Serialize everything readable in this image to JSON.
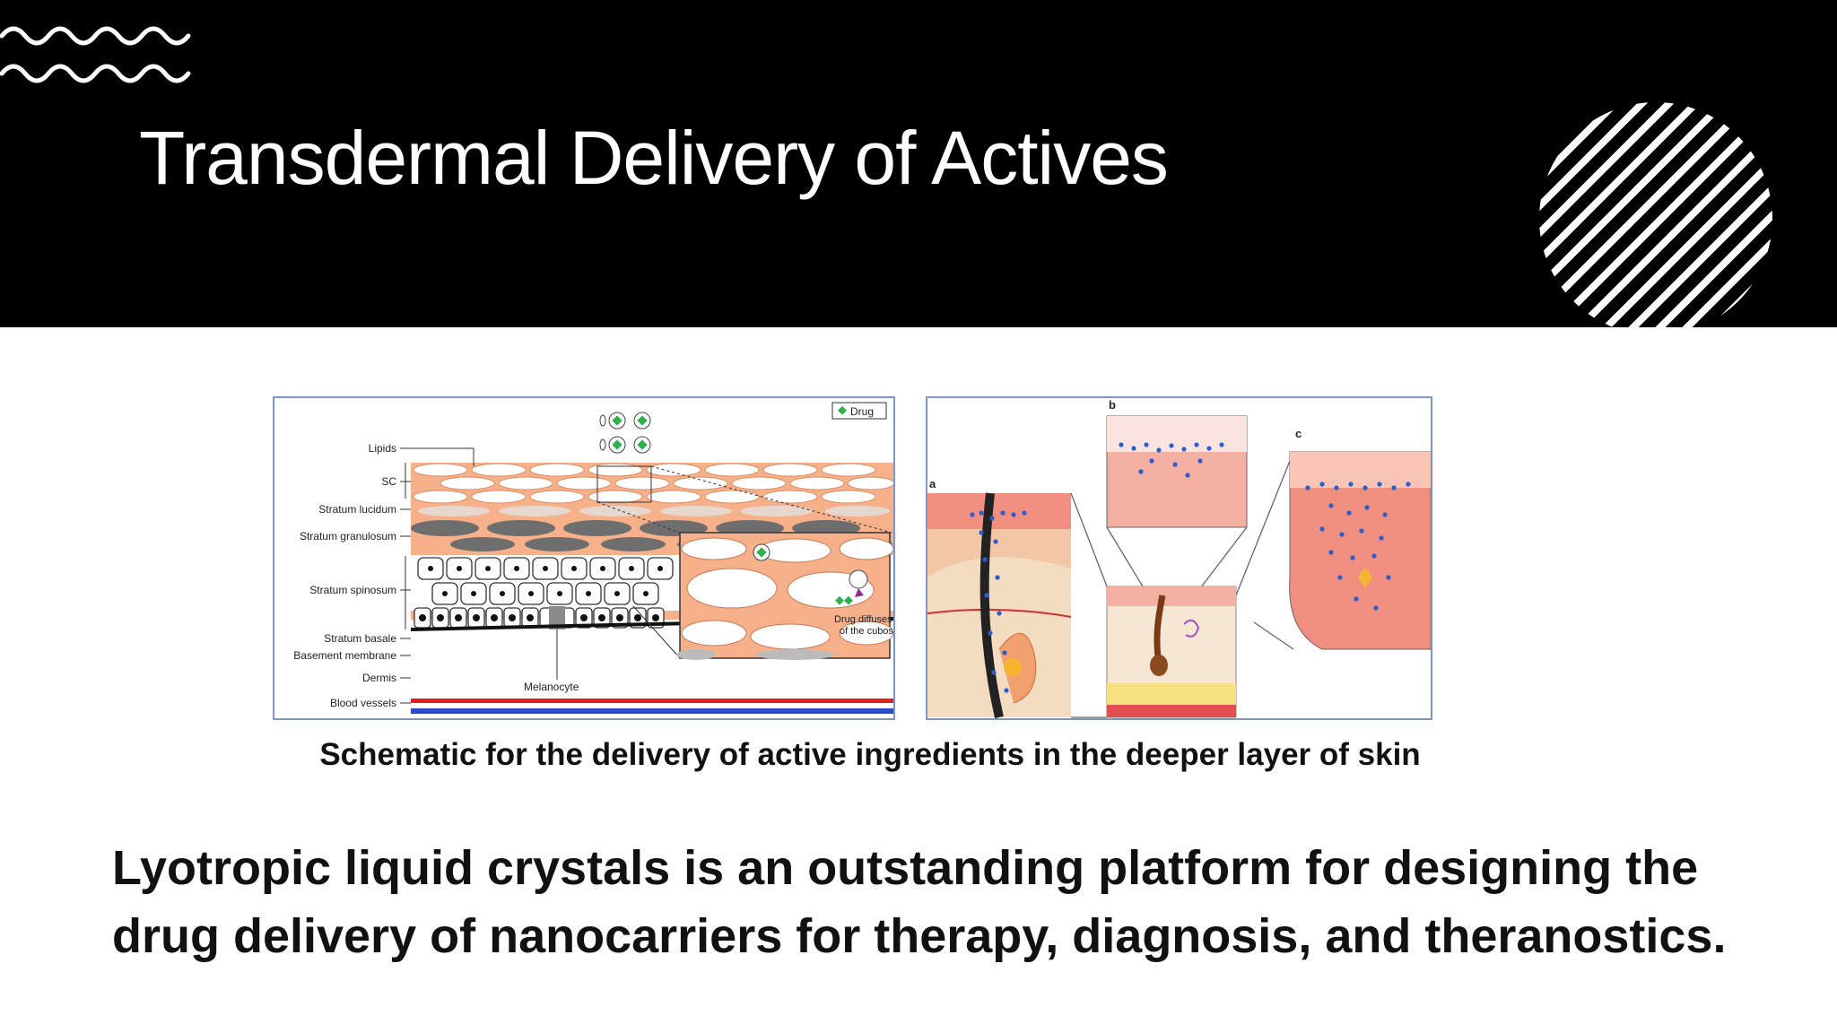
{
  "slide": {
    "title": "Transdermal Delivery of Actives",
    "caption": "Schematic for the delivery of active ingredients in the deeper layer of skin",
    "body_lines": [
      "Lyotropic liquid crystals is an outstanding platform for designing the",
      "drug delivery of nanocarriers for therapy, diagnosis, and theranostics."
    ]
  },
  "figure_left": {
    "legend": "Drug",
    "layers": [
      "Lipids",
      "SC",
      "Stratum lucidum",
      "Stratum granulosum",
      "Stratum spinosum",
      "Stratum basale",
      "Basement membrane",
      "Dermis",
      "Blood vessels"
    ],
    "melanocyte": "Melanocyte",
    "callout_line1": "Drug diffuses out",
    "callout_line2": "of the cubosome"
  },
  "figure_right": {
    "panel_a": "a",
    "panel_b": "b",
    "panel_c": "c"
  },
  "icons": {
    "waves": "wavy-lines-icon",
    "circle": "striped-circle-icon",
    "drug": "green-diamond-icon"
  },
  "colors": {
    "header": "#000000",
    "skin": "#f4a57b",
    "drug": "#2db14a",
    "artery": "#e02020",
    "vein": "#2a4cc8",
    "particle": "#2a5ed0"
  }
}
